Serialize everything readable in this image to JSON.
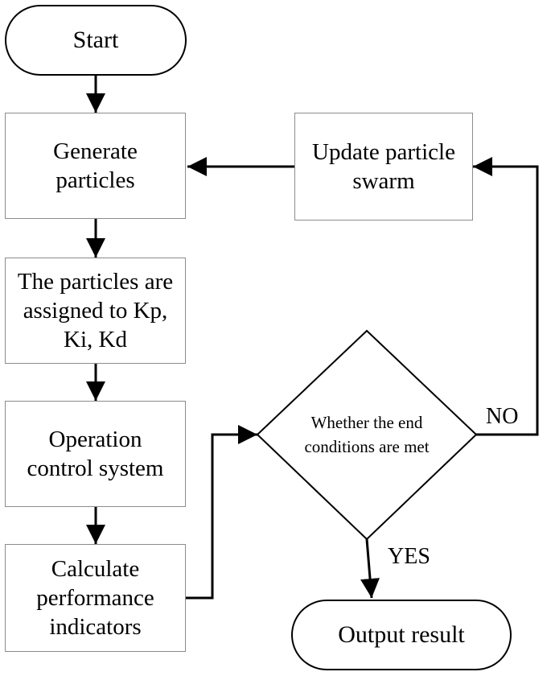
{
  "nodes": {
    "start": "Start",
    "generate": "Generate particles",
    "assign": "The particles are assigned to Kp, Ki, Kd",
    "operation": "Operation control system",
    "calculate": "Calculate performance indicators",
    "decision": "Whether the end conditions are met",
    "update": "Update particle swarm",
    "output": "Output result"
  },
  "edge_labels": {
    "no": "NO",
    "yes": "YES"
  }
}
